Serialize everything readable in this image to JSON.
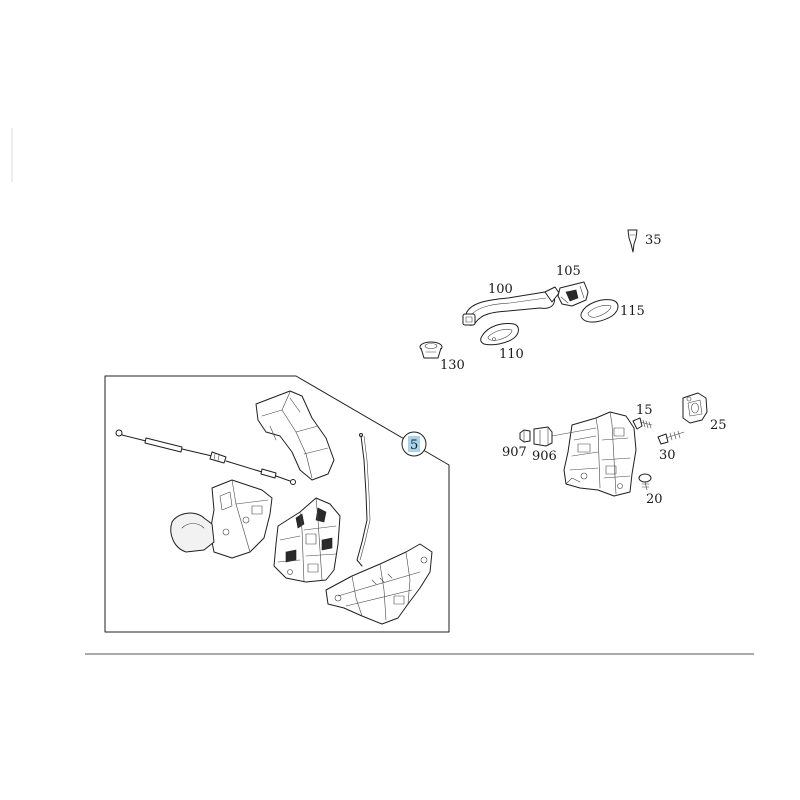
{
  "callouts": {
    "p35": "35",
    "p100": "100",
    "p105": "105",
    "p110": "110",
    "p115": "115",
    "p130": "130",
    "p15": "15",
    "p25": "25",
    "p30": "30",
    "p20": "20",
    "p907": "907",
    "p906": "906",
    "p5": "5"
  },
  "colors": {
    "badge_fill": "#a8d4ea",
    "line": "#1f1f1f"
  },
  "icons": {
    "badge": "part-number-badge"
  }
}
